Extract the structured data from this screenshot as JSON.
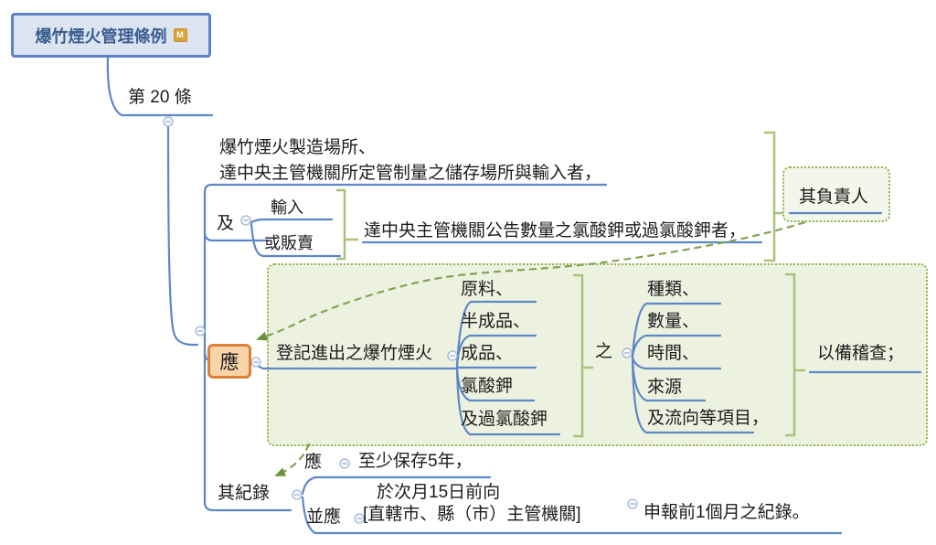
{
  "app": {
    "type": "mind-map"
  },
  "title_node": {
    "label": "爆竹煙火管理條例",
    "badge": "M"
  },
  "article_node": {
    "label": "第 20 條"
  },
  "premises_node": {
    "line1": "爆竹煙火製造場所、",
    "line2": "達中央主管機關所定管制量之儲存場所與輸入者，"
  },
  "and_node": {
    "label": "及",
    "children": {
      "import": "輸入",
      "or_sell": "或販賣"
    },
    "summary": "達中央主管機關公告數量之氯酸鉀或過氯酸鉀者，"
  },
  "responsible_node": {
    "label": "其負責人"
  },
  "should_node": {
    "label": "應",
    "register": "登記進出之爆竹煙火",
    "materials": [
      "原料、",
      "半成品、",
      "成品、",
      "氯酸鉀",
      "及過氯酸鉀"
    ],
    "of": "之",
    "attributes": [
      "種類、",
      "數量、",
      "時間、",
      "來源",
      "及流向等項目，"
    ],
    "purpose": "以備稽查；"
  },
  "records_node": {
    "label": "其紀錄",
    "keep": {
      "label": "應",
      "detail": "至少保存5年，"
    },
    "report": {
      "label": "並應",
      "target_line1": "於次月15日前向",
      "target_line2": "[直轄市、縣（市）主管機關]",
      "detail": "申報前1個月之紀錄。"
    }
  },
  "colors": {
    "branch_line": "#5E87C6",
    "root_border": "#5C82C3",
    "root_fill": "#DCE4F1",
    "root_text": "#3A5C90",
    "orange_border": "#DC7F39",
    "orange_fill": "#F8D4A8",
    "boundary_border": "#97B257",
    "boundary_fill": "#EDF2E0",
    "summary_bracket": "#ABC17D",
    "relationship_arrow": "#84A351",
    "badge_fill": "#D9A43C"
  }
}
